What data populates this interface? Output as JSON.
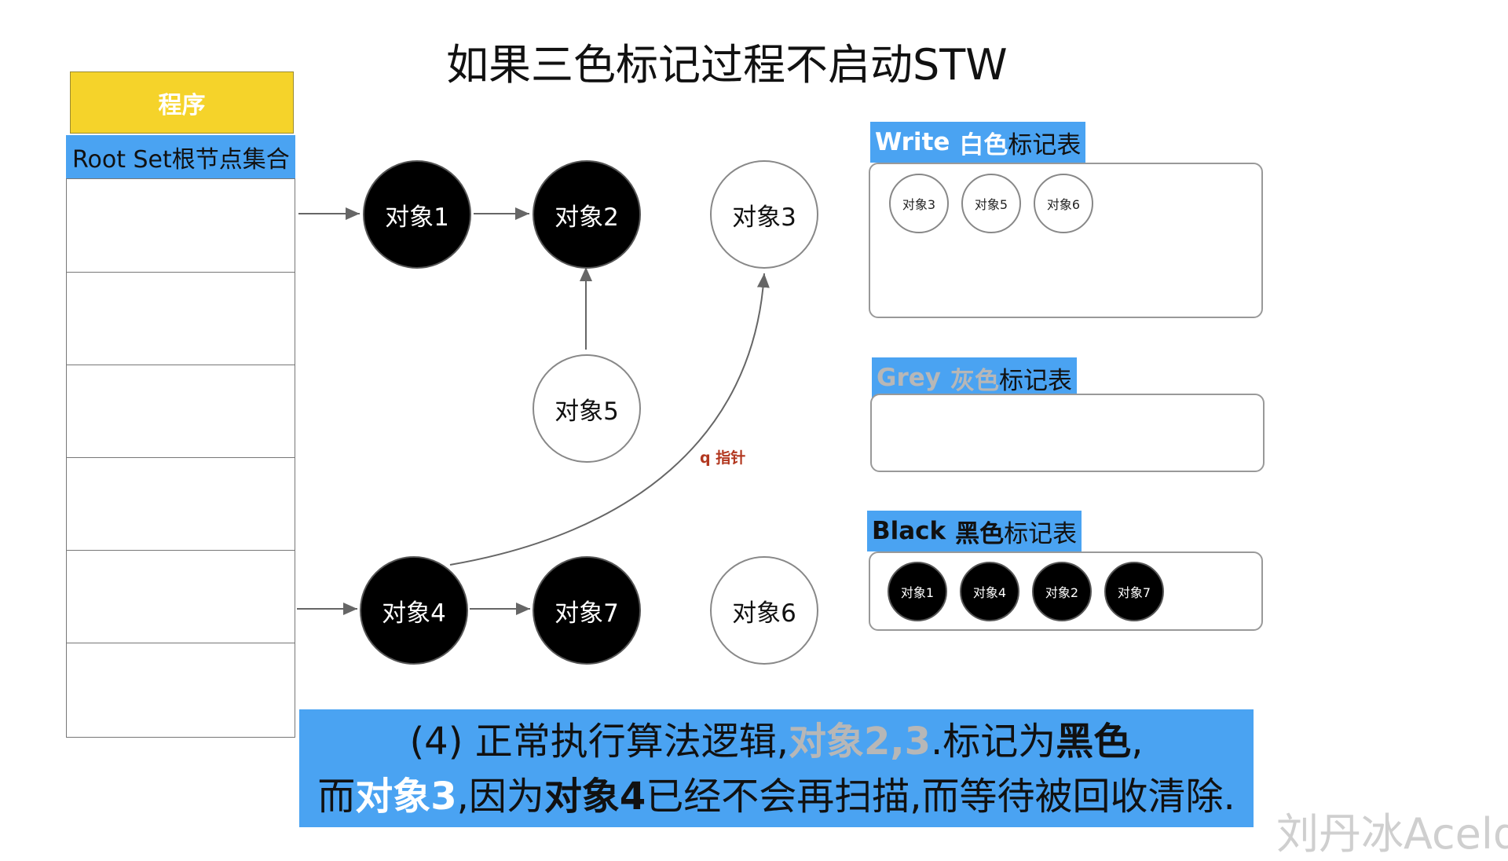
{
  "title": "如果三色标记过程不启动STW",
  "program_label": "程序",
  "root_set_label": "Root Set根节点集合",
  "objects": {
    "obj1": "对象1",
    "obj2": "对象2",
    "obj3": "对象3",
    "obj4": "对象4",
    "obj5": "对象5",
    "obj6": "对象6",
    "obj7": "对象7"
  },
  "pointer_label": "q 指针",
  "tables": {
    "white": {
      "title_en": "Write",
      "title_zh_color": "白色",
      "title_zh_rest": "标记表",
      "items": [
        "对象3",
        "对象5",
        "对象6"
      ]
    },
    "grey": {
      "title_en": "Grey",
      "title_zh_color": "灰色",
      "title_zh_rest": "标记表",
      "items": []
    },
    "black": {
      "title_en": "Black",
      "title_zh_color": "黑色",
      "title_zh_rest": "标记表",
      "items": [
        "对象1",
        "对象4",
        "对象2",
        "对象7"
      ]
    }
  },
  "caption": {
    "l1_a": "(4) 正常执行算法逻辑,",
    "l1_b": "对象2,3",
    "l1_c": ".标记为",
    "l1_d": "黑色",
    "l1_e": ",",
    "l2_a": "而",
    "l2_b": "对象3",
    "l2_c": ",因为",
    "l2_d": "对象4",
    "l2_e": "已经不会再扫描,而等待被回收清除."
  },
  "watermark": "刘丹冰Aceld",
  "colors": {
    "accent_blue": "#4aa3f2",
    "program_yellow": "#f5d32a",
    "pointer_red": "#b2371f",
    "grey_text": "#b7b7b7"
  }
}
